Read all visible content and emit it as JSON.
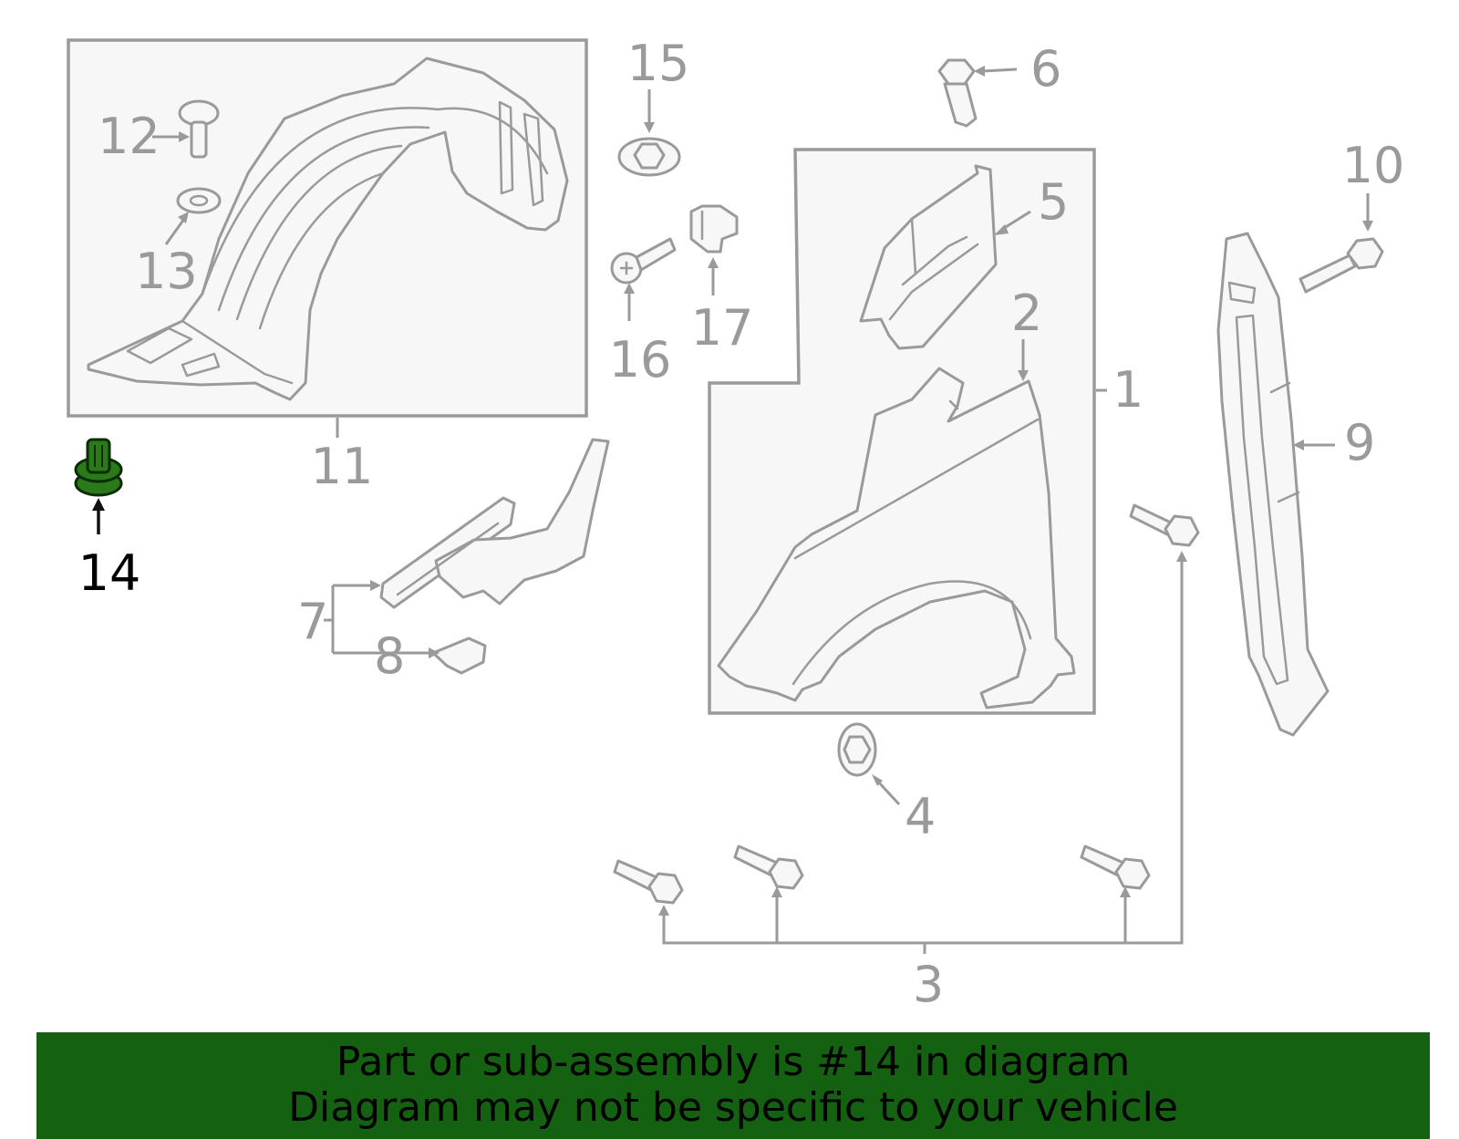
{
  "callouts": {
    "c1": "1",
    "c2": "2",
    "c3": "3",
    "c4": "4",
    "c5": "5",
    "c6": "6",
    "c7": "7",
    "c8": "8",
    "c9": "9",
    "c10": "10",
    "c11": "11",
    "c12": "12",
    "c13": "13",
    "c14": "14",
    "c15": "15",
    "c16": "16",
    "c17": "17"
  },
  "highlighted_part": "14",
  "colors": {
    "line_art": "#9a9a9a",
    "highlight_part": "#2a7a1a",
    "banner_background": "#146211",
    "highlight_label": "#000000"
  },
  "banner": {
    "line1": "Part or sub-assembly is #14 in diagram",
    "line2": "Diagram may not be specific to your vehicle"
  }
}
